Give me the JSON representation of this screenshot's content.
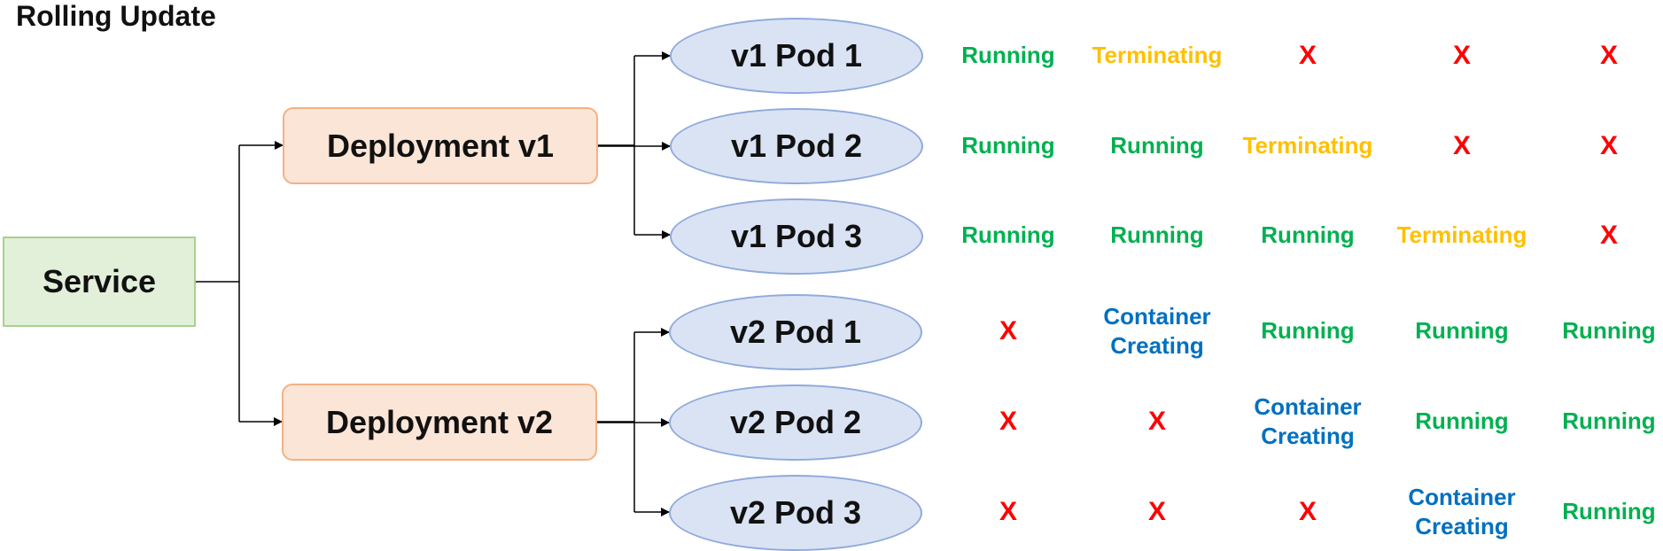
{
  "title": "Rolling Update",
  "service": {
    "label": "Service"
  },
  "deployments": [
    {
      "label": "Deployment v1"
    },
    {
      "label": "Deployment v2"
    }
  ],
  "pods": [
    {
      "label": "v1 Pod 1",
      "states": [
        "Running",
        "Terminating",
        "X",
        "X",
        "X"
      ]
    },
    {
      "label": "v1 Pod 2",
      "states": [
        "Running",
        "Running",
        "Terminating",
        "X",
        "X"
      ]
    },
    {
      "label": "v1 Pod 3",
      "states": [
        "Running",
        "Running",
        "Running",
        "Terminating",
        "X"
      ]
    },
    {
      "label": "v2 Pod 1",
      "states": [
        "X",
        "Container Creating",
        "Running",
        "Running",
        "Running"
      ]
    },
    {
      "label": "v2 Pod 2",
      "states": [
        "X",
        "X",
        "Container Creating",
        "Running",
        "Running"
      ]
    },
    {
      "label": "v2 Pod 3",
      "states": [
        "X",
        "X",
        "X",
        "Container Creating",
        "Running"
      ]
    }
  ],
  "colors": {
    "Running": "#00b050",
    "Terminating": "#ffc000",
    "X": "#ff0000",
    "Container Creating": "#0070c0",
    "line": "#000000"
  }
}
